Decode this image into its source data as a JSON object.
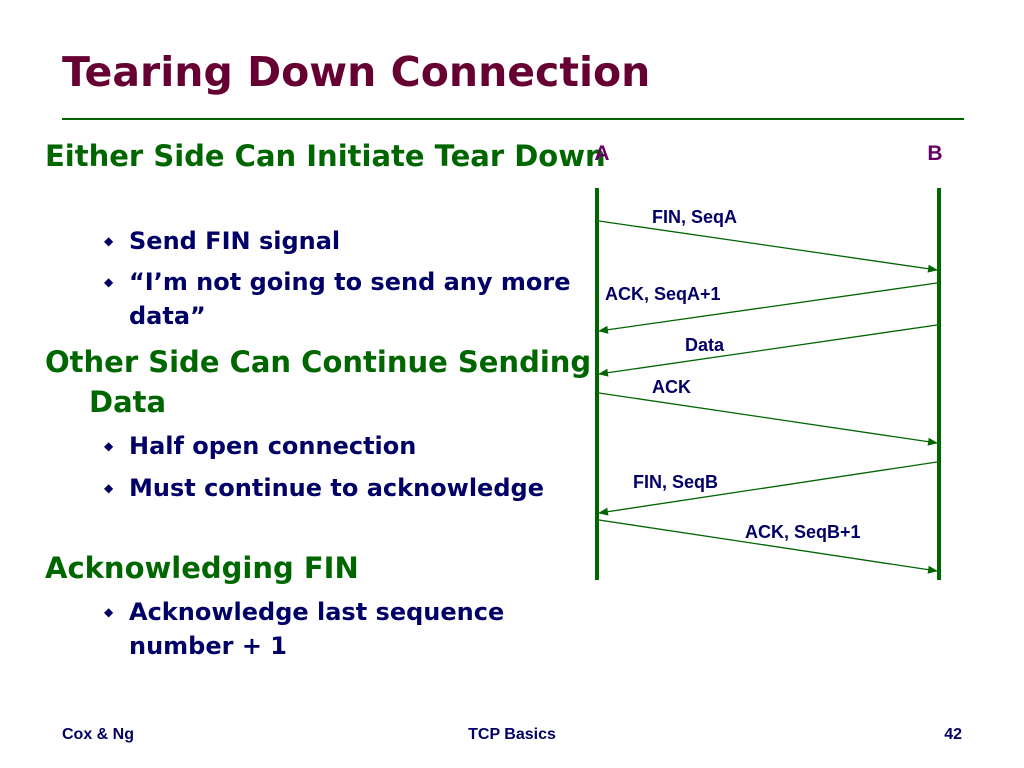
{
  "slide": {
    "title": "Tearing Down Connection",
    "bullets": [
      {
        "text": "Either Side Can Initiate Tear Down",
        "subs": [
          "Send FIN signal",
          "“I’m not going to send any more data”"
        ]
      },
      {
        "text": "Other Side Can Continue Sending Data",
        "subs": [
          "Half open connection",
          "Must continue to acknowledge"
        ]
      },
      {
        "text": "Acknowledging FIN",
        "subs": [
          "Acknowledge last sequence number + 1"
        ]
      }
    ],
    "bullet_symbol": "◆"
  },
  "diagram": {
    "endpoint_a": "A",
    "endpoint_b": "B",
    "messages": [
      {
        "label": "FIN, SeqA",
        "from": "A",
        "to": "B"
      },
      {
        "label": "ACK, SeqA+1",
        "from": "B",
        "to": "A"
      },
      {
        "label": "Data",
        "from": "B",
        "to": "A"
      },
      {
        "label": "ACK",
        "from": "A",
        "to": "B"
      },
      {
        "label": "FIN, SeqB",
        "from": "B",
        "to": "A"
      },
      {
        "label": "ACK, SeqB+1",
        "from": "A",
        "to": "B"
      }
    ]
  },
  "footer": {
    "left": "Cox & Ng",
    "center": "TCP Basics",
    "page": "42"
  },
  "colors": {
    "title": "#660033",
    "level1": "#006600",
    "level2": "#000066",
    "diagram": "#006600",
    "endpoint_label": "#660066",
    "message_label": "#000066"
  }
}
